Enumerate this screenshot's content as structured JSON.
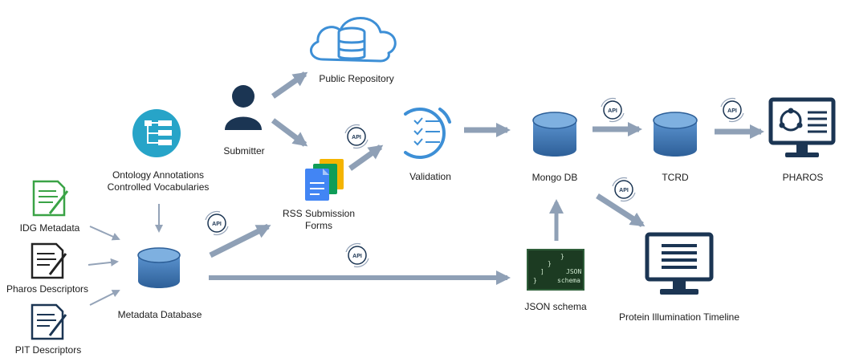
{
  "nodes": {
    "public_repository": "Public Repository",
    "submitter": "Submitter",
    "ontology_line1": "Ontology Annotations",
    "ontology_line2": "Controlled Vocabularies",
    "idg_metadata": "IDG Metadata",
    "pharos_descriptors": "Pharos Descriptors",
    "pit_descriptors": "PIT Descriptors",
    "metadata_database": "Metadata Database",
    "rss_line1": "RSS Submission",
    "rss_line2": "Forms",
    "validation": "Validation",
    "mongo_db": "Mongo DB",
    "tcrd": "TCRD",
    "pharos": "PHAROS",
    "json_schema": "JSON schema",
    "protein_illumination_timeline": "Protein Illumination Timeline"
  },
  "api_badge": "API",
  "json_icon_text": {
    "line1": "}",
    "line2": "}",
    "line3": "]",
    "line4": "JSON",
    "line5": "}",
    "line6": "schema"
  },
  "colors": {
    "arrow": "#94a3b8",
    "navy": "#1b3553",
    "db_blue": "#3f79b5",
    "db_top": "#6fa3d8",
    "cloud_blue": "#3d8fd6",
    "teal": "#27a4c8",
    "green": "#3aa346",
    "black": "#222222",
    "terminal_green": "#2f5f3a"
  }
}
